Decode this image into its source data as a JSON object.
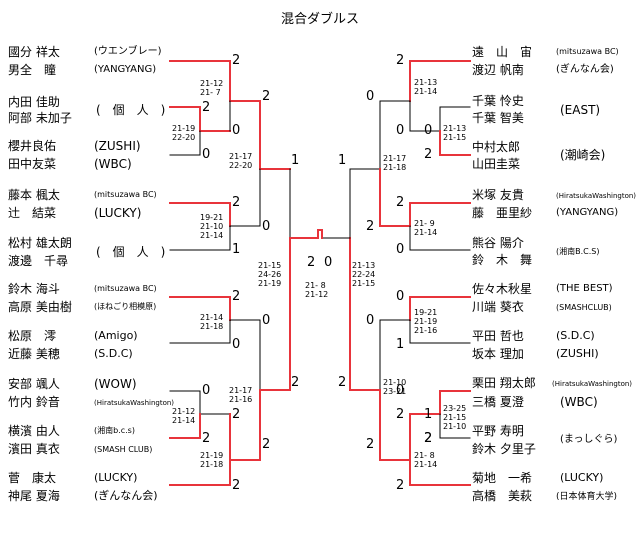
{
  "title": "混合ダブルス",
  "colors": {
    "win_line": "#e8343b",
    "lose_line": "#000000",
    "text": "#000000"
  },
  "left_teams": [
    {
      "p1": "國分 祥太",
      "p2": "男全　瞳",
      "club1": "(ウエンブレー)",
      "club2": "(YANGYANG)"
    },
    {
      "p1": "内田 佳助",
      "p2": "阿部 未加子",
      "club1": "(　個　人　)",
      "club2": ""
    },
    {
      "p1": "櫻井良佑",
      "p2": "田中友菜",
      "club1": "(ZUSHI)",
      "club2": "(WBC)"
    },
    {
      "p1": "藤本 楓太",
      "p2": "辻　結菜",
      "club1": "(mitsuzawa BC)",
      "club2": "(LUCKY)"
    },
    {
      "p1": "松村 雄太朗",
      "p2": "渡邊　千尋",
      "club1": "(　個　人　)",
      "club2": ""
    },
    {
      "p1": "鈴木 海斗",
      "p2": "高原 美由樹",
      "club1": "(mitsuzawa BC)",
      "club2": "(ほねごり相模原)"
    },
    {
      "p1": "松原　澪",
      "p2": "近藤 美穂",
      "club1": "(Amigo)",
      "club2": "(S.D.C)"
    },
    {
      "p1": "安部 颯人",
      "p2": "竹内 鈴音",
      "club1": "(WOW)",
      "club2": "(HiratsukaWashington)"
    },
    {
      "p1": "横濱 由人",
      "p2": "濱田 真衣",
      "club1": "(湘南b.c.s)",
      "club2": "(SMASH CLUB)"
    },
    {
      "p1": "菅　康太",
      "p2": "神尾 夏海",
      "club1": "(LUCKY)",
      "club2": "(ぎんなん会)"
    }
  ],
  "right_teams": [
    {
      "p1": "遠　山　宙",
      "p2": "渡辺 帆南",
      "club1": "(mitsuzawa BC)",
      "club2": "(ぎんなん会)"
    },
    {
      "p1": "千葉 怜史",
      "p2": "千葉 智美",
      "club1": "(EAST)",
      "club2": ""
    },
    {
      "p1": "中村太郎",
      "p2": "山田圭菜",
      "club1": "(潮崎会)",
      "club2": ""
    },
    {
      "p1": "米塚 友貴",
      "p2": "藤　亜里紗",
      "club1": "(HiratsukaWashington)",
      "club2": "(YANGYANG)"
    },
    {
      "p1": "熊谷 陽介",
      "p2": "鈴　木　舞",
      "club1": "(湘南B.C.S)",
      "club2": ""
    },
    {
      "p1": "佐々木秋星",
      "p2": "川端 葵衣",
      "club1": "(THE BEST)",
      "club2": "(SMASHCLUB)"
    },
    {
      "p1": "平田 哲也",
      "p2": "坂本 理加",
      "club1": "(S.D.C)",
      "club2": "(ZUSHI)"
    },
    {
      "p1": "栗田 翔太郎",
      "p2": "三橋 夏澄",
      "club1": "(HiratsukaWashington)",
      "club2": "(WBC)"
    },
    {
      "p1": "平野 寿明",
      "p2": "鈴木 夕里子",
      "club1": "(まっしぐら)",
      "club2": ""
    },
    {
      "p1": "菊地　一希",
      "p2": "高橋　美萩",
      "club1": "(LUCKY)",
      "club2": "(日本体育大学)"
    }
  ],
  "scores": {
    "l1": "21-12\n21- 7",
    "l2": "21-19\n22-20",
    "l3": "21-17\n22-20",
    "l4": "19-21\n21-10\n21-14",
    "l5": "21-14\n21-18",
    "l6": "21-17\n21-16",
    "l7": "21-12\n21-14",
    "l8": "21-19\n21-18",
    "lqf": "21-15\n24-26\n21-19",
    "final": "21- 8\n21-12",
    "r1": "21-13\n21-14",
    "r2": "21-13\n21-15",
    "r3": "21-17\n21-18",
    "r4": "21- 9\n21-14",
    "r5": "19-21\n21-19\n21-16",
    "r6": "21-10\n23-21",
    "r7": "23-25\n21-15\n21-10",
    "r8": "21- 8\n21-14",
    "rqf": "21-13\n22-24\n21-15"
  },
  "results": {
    "l_1a": "2",
    "l_1b": "0",
    "l_2a": "2",
    "l_2b": "0",
    "l_3a": "2",
    "l_3b": "0",
    "l_4a": "2",
    "l_4b": "1",
    "l_5a": "2",
    "l_5b": "0",
    "l_6a": "0",
    "l_6b": "2",
    "l_7a": "0",
    "l_7b": "2",
    "l_8a": "2",
    "l_8b": "2",
    "l_sf1": "1",
    "l_sf2": "2",
    "f_left": "2",
    "f_right": "0",
    "r_1a": "2",
    "r_1b": "0",
    "r_2a": "0",
    "r_2b": "2",
    "r_3a": "0",
    "r_3b": "2",
    "r_4a": "2",
    "r_4b": "0",
    "r_5a": "0",
    "r_5b": "2",
    "r_6a": "0",
    "r_6b": "1",
    "r_7a": "0",
    "r_7b": "2",
    "r_8a": "1",
    "r_8b": "2",
    "r_9a": "2",
    "r_9b": "2",
    "r_sf1": "1",
    "r_sf2": "2"
  }
}
